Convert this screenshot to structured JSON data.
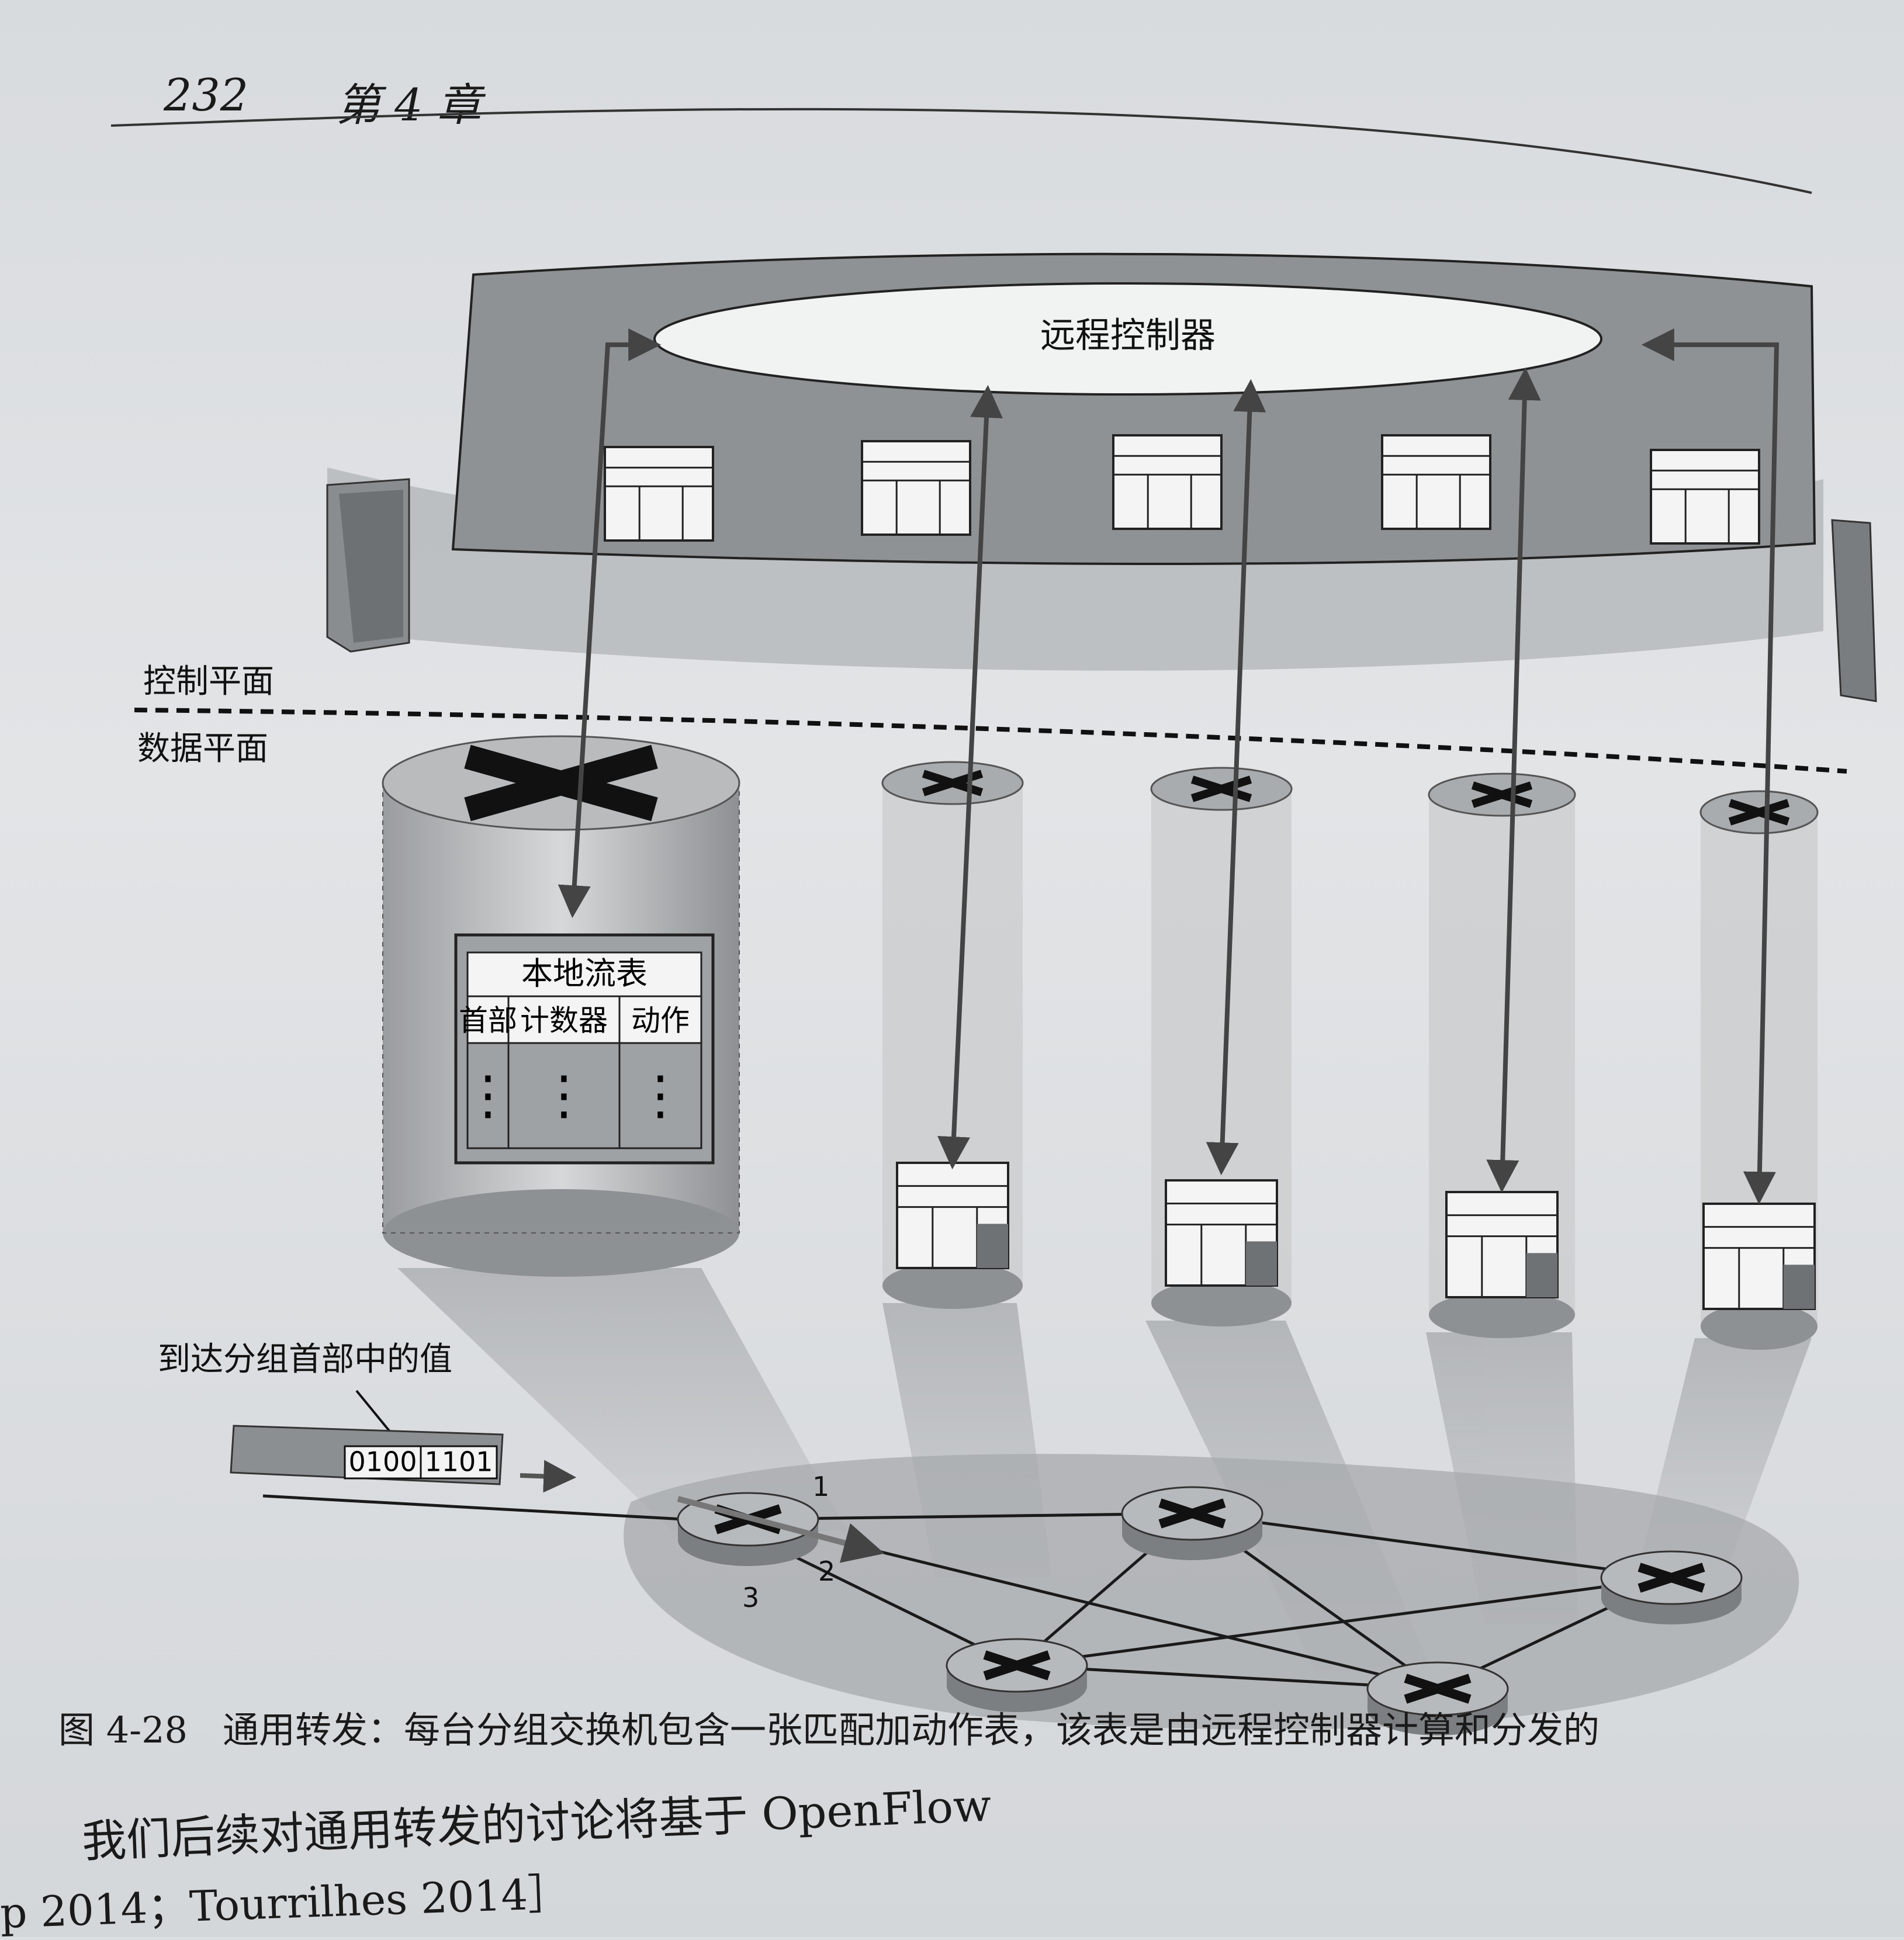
{
  "header": {
    "page_number": "232",
    "chapter": "第 4 章"
  },
  "figure": {
    "controller_label": "远程控制器",
    "control_plane_label": "控制平面",
    "data_plane_label": "数据平面",
    "local_flow_table": {
      "title": "本地流表",
      "columns": [
        "首部",
        "计数器",
        "动作"
      ],
      "rows_shown": "⋮"
    },
    "packet_annotation": "到达分组首部中的值",
    "packet_header_bits": [
      "0100",
      "1101"
    ],
    "port_labels": [
      "1",
      "2",
      "3"
    ]
  },
  "caption": {
    "number": "图 4-28",
    "text": "通用转发：每台分组交换机包含一张匹配加动作表，该表是由远程控制器计算和分发的"
  },
  "body_text": {
    "line1": "我们后续对通用转发的讨论将基于 OpenFlow",
    "line2": "p 2014；Tourrilhes 2014］"
  }
}
